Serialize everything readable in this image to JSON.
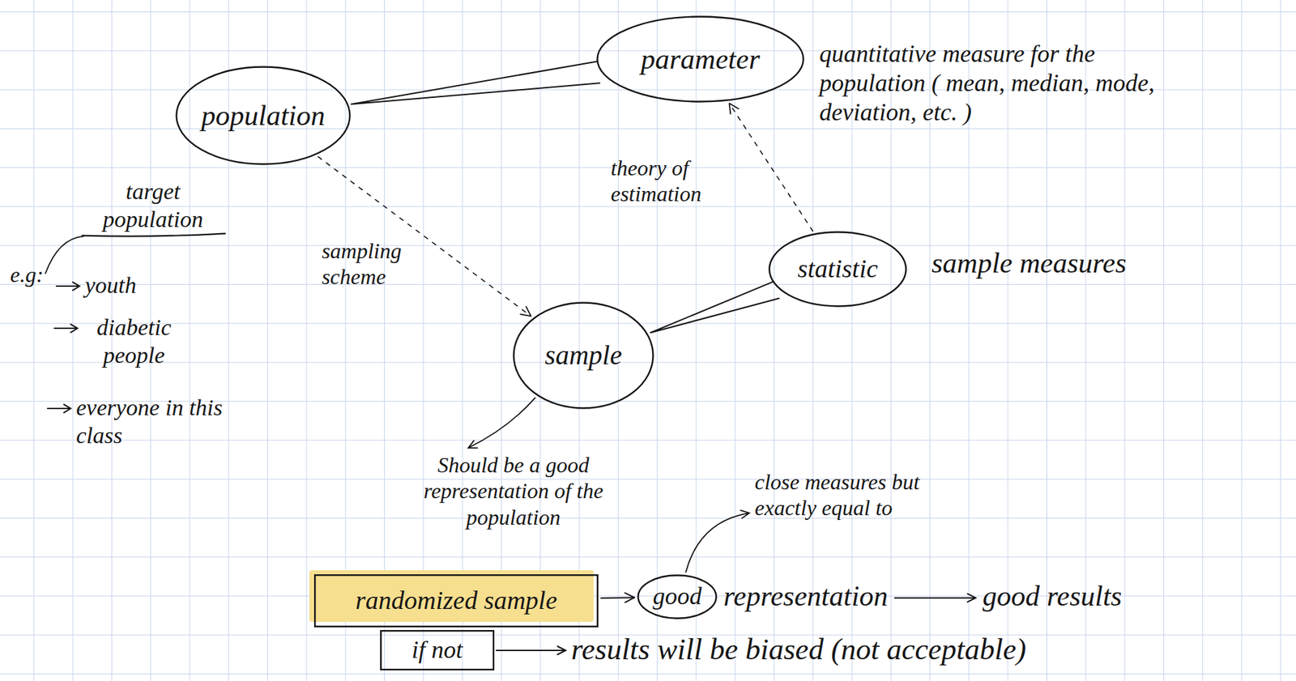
{
  "diagram": {
    "nodes": [
      {
        "text": [
          "parameter"
        ]
      },
      {
        "text": [
          "population"
        ]
      },
      {
        "text": [
          "statistic"
        ]
      },
      {
        "text": [
          "sample"
        ]
      },
      {
        "text": [
          "randomized sample"
        ]
      },
      {
        "text": [
          "good"
        ]
      },
      {
        "text": [
          "if not"
        ]
      }
    ],
    "edges": [
      {
        "from": 1,
        "to": 0,
        "arrow": "none"
      },
      {
        "from": 2,
        "to": 3,
        "arrow": "none"
      },
      {
        "from": 1,
        "to": 3,
        "label": "sampling scheme",
        "arrow": "to"
      },
      {
        "from": 2,
        "to": 0,
        "label": "theory of estimation",
        "arrow": "to"
      },
      {
        "from": 4,
        "to": 5,
        "arrow": "to"
      }
    ],
    "labels": [
      "quantitative measure for the population ( mean, median, mode, deviation, etc. )",
      "target population",
      "e.g:",
      "youth",
      "diabetic people",
      "everyone in this class",
      "sample measures",
      "Should be a good representation of the population",
      "close measures but exactly equal to",
      "representation",
      "good results",
      "results will be biased (not acceptable)"
    ]
  }
}
